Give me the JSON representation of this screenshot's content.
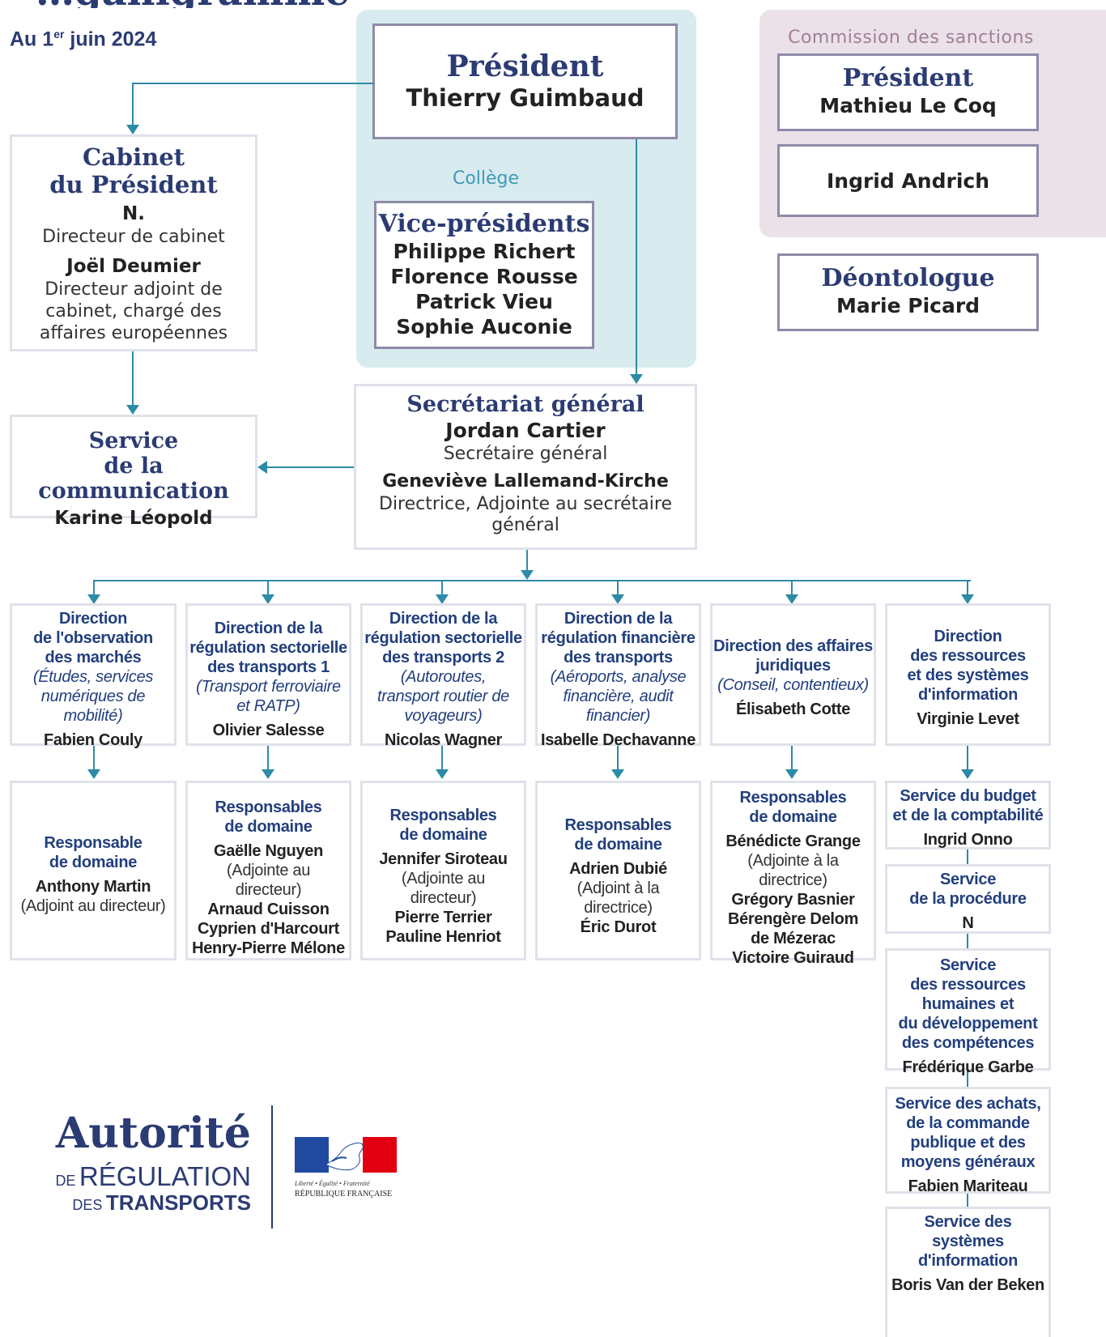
{
  "header": {
    "title_fragment": "…ganigramme",
    "date_prefix": "Au 1",
    "date_sup": "er",
    "date_rest": " juin 2024"
  },
  "president": {
    "title": "Président",
    "name": "Thierry Guimbaud"
  },
  "college": {
    "label": "Collège",
    "vp_title": "Vice-présidents",
    "vps": [
      "Philippe Richert",
      "Florence Rousse",
      "Patrick Vieu",
      "Sophie Auconie"
    ]
  },
  "sanctions": {
    "label": "Commission des sanctions",
    "president_title": "Président",
    "president_name": "Mathieu Le Coq",
    "member": "Ingrid Andrich"
  },
  "deontologue": {
    "title": "Déontologue",
    "name": "Marie Picard"
  },
  "cabinet": {
    "title_line1": "Cabinet",
    "title_line2": "du Président",
    "director_name": "N.",
    "director_role": "Directeur de cabinet",
    "deputy_name": "Joël Deumier",
    "deputy_role_1": "Directeur adjoint de",
    "deputy_role_2": "cabinet, chargé des",
    "deputy_role_3": "affaires européennes"
  },
  "communication": {
    "title_line1": "Service",
    "title_line2": "de la communication",
    "name": "Karine Léopold"
  },
  "secretariat": {
    "title": "Secrétariat général",
    "sg_name": "Jordan Cartier",
    "sg_role": "Secrétaire général",
    "deputy_name": "Geneviève Lallemand-Kirche",
    "deputy_role_1": "Directrice, Adjointe au secrétaire",
    "deputy_role_2": "général"
  },
  "directions": [
    {
      "title": [
        "Direction",
        "de l'observation",
        "des marchés"
      ],
      "scope": [
        "(Études, services",
        "numériques de",
        "mobilité)"
      ],
      "head": "Fabien Couly"
    },
    {
      "title": [
        "Direction de la",
        "régulation sectorielle",
        "des transports 1"
      ],
      "scope": [
        "(Transport ferroviaire",
        "et RATP)"
      ],
      "head": "Olivier Salesse"
    },
    {
      "title": [
        "Direction de la",
        "régulation sectorielle",
        "des transports 2"
      ],
      "scope": [
        "(Autoroutes,",
        "transport routier de",
        "voyageurs)"
      ],
      "head": "Nicolas Wagner"
    },
    {
      "title": [
        "Direction de la",
        "régulation financière",
        "des transports"
      ],
      "scope": [
        "(Aéroports, analyse",
        "financière, audit",
        "financier)"
      ],
      "head": "Isabelle Dechavanne"
    },
    {
      "title": [
        "Direction des affaires",
        "juridiques"
      ],
      "scope": [
        "(Conseil, contentieux)"
      ],
      "head": "Élisabeth Cotte"
    },
    {
      "title": [
        "Direction",
        "des ressources",
        "et des systèmes",
        "d'information"
      ],
      "scope": [],
      "head": "Virginie Levet"
    }
  ],
  "domain_heads": [
    {
      "title": [
        "Responsable",
        "de domaine"
      ],
      "lines": [
        [
          "Anthony Martin",
          true
        ],
        [
          "(Adjoint au directeur)",
          false
        ]
      ]
    },
    {
      "title": [
        "Responsables",
        "de domaine"
      ],
      "lines": [
        [
          "Gaëlle Nguyen",
          true
        ],
        [
          "(Adjointe au",
          false
        ],
        [
          "directeur)",
          false
        ],
        [
          "Arnaud Cuisson",
          true
        ],
        [
          "Cyprien d'Harcourt",
          true
        ],
        [
          "Henry-Pierre Mélone",
          true
        ]
      ]
    },
    {
      "title": [
        "Responsables",
        "de domaine"
      ],
      "lines": [
        [
          "Jennifer Siroteau",
          true
        ],
        [
          "(Adjointe au",
          false
        ],
        [
          "directeur)",
          false
        ],
        [
          "Pierre Terrier",
          true
        ],
        [
          "Pauline Henriot",
          true
        ]
      ]
    },
    {
      "title": [
        "Responsables",
        "de domaine"
      ],
      "lines": [
        [
          "Adrien Dubié",
          true
        ],
        [
          "(Adjoint à la",
          false
        ],
        [
          "directrice)",
          false
        ],
        [
          "Éric Durot",
          true
        ]
      ]
    },
    {
      "title": [
        "Responsables",
        "de domaine"
      ],
      "lines": [
        [
          "Bénédicte Grange",
          true
        ],
        [
          "(Adjointe à la",
          false
        ],
        [
          "directrice)",
          false
        ],
        [
          "Grégory Basnier",
          true
        ],
        [
          "Bérengère Delom",
          true
        ],
        [
          "de Mézerac",
          true
        ],
        [
          "Victoire Guiraud",
          true
        ]
      ]
    }
  ],
  "services": [
    {
      "title": [
        "Service du budget",
        "et de la comptabilité"
      ],
      "head": "Ingrid Onno"
    },
    {
      "title": [
        "Service",
        "de la procédure"
      ],
      "head": "N"
    },
    {
      "title": [
        "Service",
        "des ressources",
        "humaines et",
        "du développement",
        "des compétences"
      ],
      "head": "Frédérique Garbe"
    },
    {
      "title": [
        "Service des achats,",
        "de la commande",
        "publique et des",
        "moyens généraux"
      ],
      "head": "Fabien Mariteau"
    },
    {
      "title": [
        "Service des systèmes",
        "d'information"
      ],
      "head": "Boris Van der Beken"
    }
  ],
  "logo": {
    "autorite": "Autorité",
    "de": "DE",
    "regulation": "RÉGULATION",
    "des": "DES",
    "transports": "TRANSPORTS",
    "rf_motto": "Liberté • Égalité • Fraternité",
    "rf_name": "RÉPUBLIQUE FRANÇAISE"
  },
  "colors": {
    "navy": "#2b3b73",
    "teal_line": "#2c8ba6",
    "college_bg": "#d8ebef",
    "sanctions_bg": "#ebe1e8",
    "blue_text": "#223f7e"
  }
}
